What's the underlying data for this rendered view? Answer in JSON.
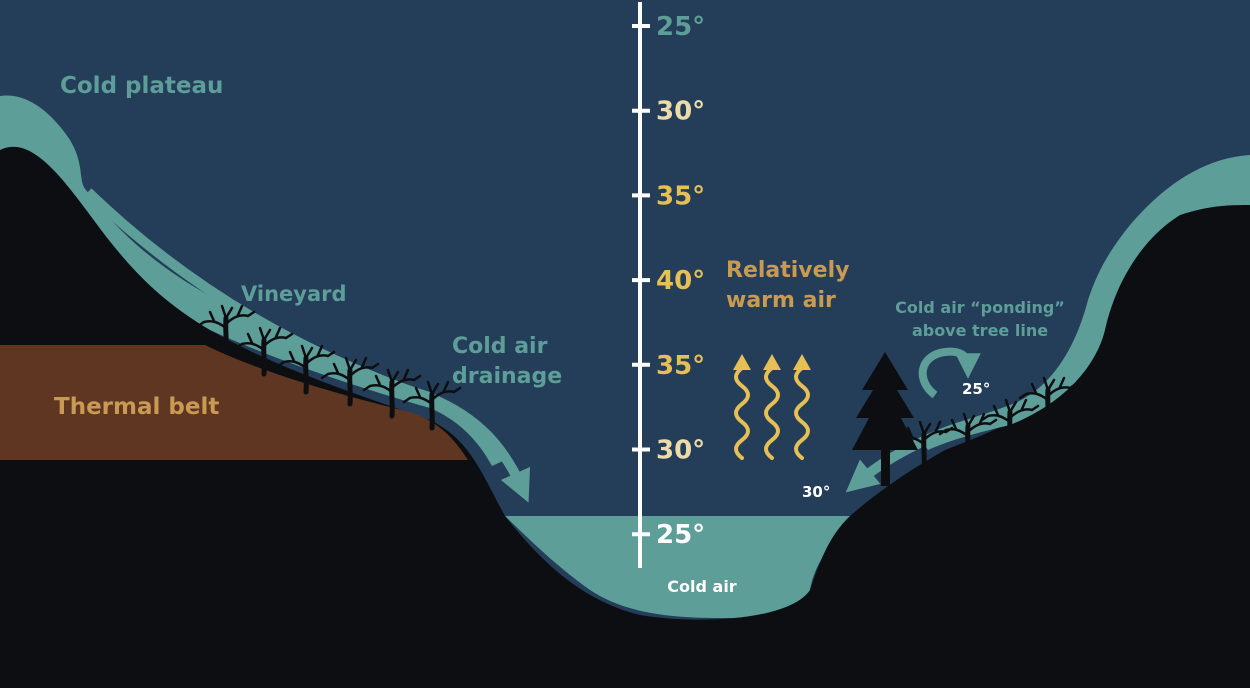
{
  "colors": {
    "sky": "#243e5a",
    "ground": "#0d0e12",
    "cold_air": "#5e9e98",
    "thermal_belt": "#5e3622",
    "warm_text": "#c99a52",
    "warm_arrow": "#e6bf55",
    "tick_pale": "#eddcaa",
    "white": "#ffffff"
  },
  "labels": {
    "cold_plateau": "Cold plateau",
    "vineyard": "Vineyard",
    "thermal_belt": "Thermal belt",
    "drainage_line1": "Cold air",
    "drainage_line2": "drainage",
    "warm_line1": "Relatively",
    "warm_line2": "warm air",
    "ponding_line1": "Cold air “ponding”",
    "ponding_line2": "above tree line",
    "ponding_temp": "25°",
    "right_slope_temp": "30°",
    "cold_air_pool": "Cold air"
  },
  "temperature_scale": [
    {
      "label": "25°",
      "tone": "cold"
    },
    {
      "label": "30°",
      "tone": "pale"
    },
    {
      "label": "35°",
      "tone": "warm"
    },
    {
      "label": "40°",
      "tone": "warm"
    },
    {
      "label": "35°",
      "tone": "warm"
    },
    {
      "label": "30°",
      "tone": "pale"
    },
    {
      "label": "25°",
      "tone": "white"
    }
  ],
  "icons": {
    "vineyard_vines": "bare-vine-icon",
    "pine": "pine-tree-icon",
    "warm_arrows": "wavy-up-arrow-icon"
  }
}
